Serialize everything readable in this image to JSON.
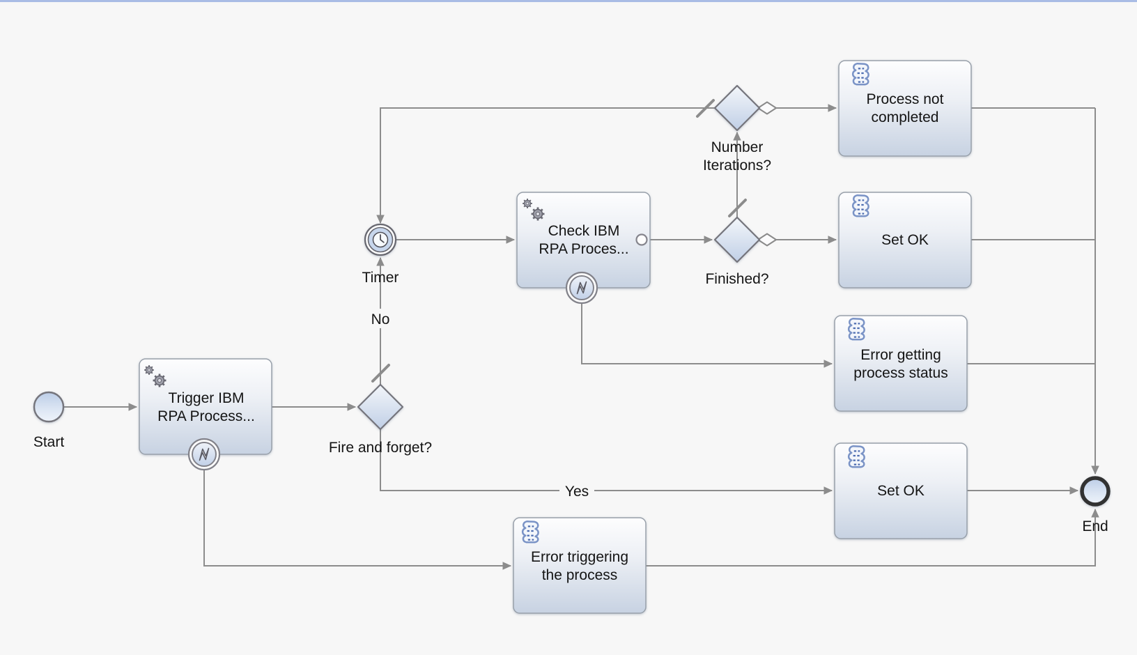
{
  "window": {
    "top_border_color": "#a9bce5",
    "canvas_background": "#f7f7f7"
  },
  "process": {
    "start": {
      "label": "Start"
    },
    "trigger_task": {
      "line1": "Trigger IBM",
      "line2": "RPA Process..."
    },
    "fire_forget_gateway": {
      "label": "Fire and forget?"
    },
    "flows": {
      "no": "No",
      "yes": "Yes"
    },
    "timer_event": {
      "label": "Timer"
    },
    "check_task": {
      "line1": "Check IBM",
      "line2": "RPA Proces..."
    },
    "finished_gateway": {
      "label": "Finished?"
    },
    "number_iterations_gateway": {
      "line1": "Number",
      "line2": "Iterations?"
    },
    "process_not_completed_task": {
      "line1": "Process not",
      "line2": "completed"
    },
    "set_ok_top_task": {
      "label": "Set OK"
    },
    "error_getting_status_task": {
      "line1": "Error getting",
      "line2": "process status"
    },
    "set_ok_bottom_task": {
      "label": "Set OK"
    },
    "error_triggering_task": {
      "line1": "Error triggering",
      "line2": "the process"
    },
    "end": {
      "label": "End"
    }
  },
  "colors": {
    "flow_line": "#8c8c8c",
    "task_border": "#98a0aa",
    "label_text": "#141414",
    "script_icon_blue": "#7a93c6",
    "gear_icon_gray": "#686872"
  }
}
